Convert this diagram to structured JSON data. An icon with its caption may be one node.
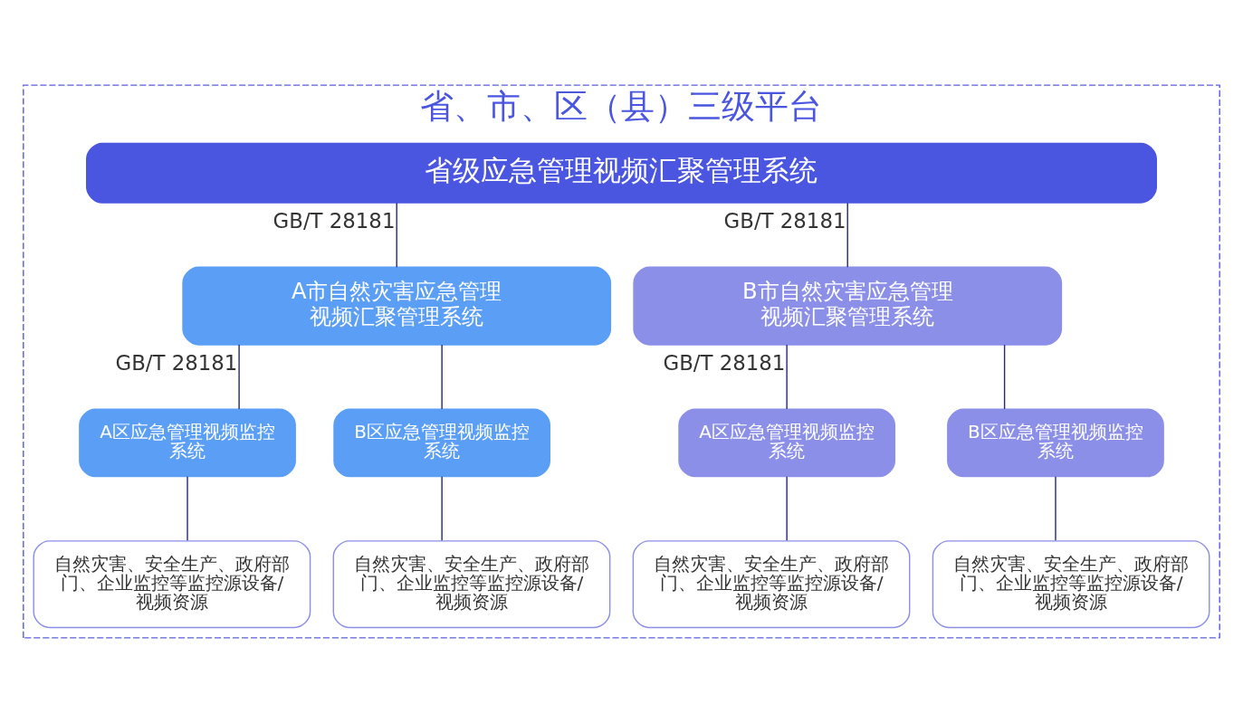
{
  "diagram": {
    "nodes": [
      {
        "text": [
          "省、市、区（县）三级平台"
        ]
      },
      {
        "text": [
          "省级应急管理视频汇聚管理系统"
        ],
        "in": 0
      },
      {
        "text": [
          "A市自然灾害应急管理视频汇聚管理系统"
        ],
        "in": 0
      },
      {
        "text": [
          "B市自然灾害应急管理视频汇聚管理系统"
        ],
        "in": 0
      },
      {
        "text": [
          "A区应急管理视频监控系统"
        ],
        "in": 0
      },
      {
        "text": [
          "B区应急管理视频监控系统"
        ],
        "in": 0
      },
      {
        "text": [
          "A区应急管理视频监控系统"
        ],
        "in": 0
      },
      {
        "text": [
          "B区应急管理视频监控系统"
        ],
        "in": 0
      },
      {
        "text": [
          "自然灾害、安全生产、政府部门、企业监控等监控源设备/视频资源"
        ],
        "in": 0
      },
      {
        "text": [
          "自然灾害、安全生产、政府部门、企业监控等监控源设备/视频资源"
        ],
        "in": 0
      },
      {
        "text": [
          "自然灾害、安全生产、政府部门、企业监控等监控源设备/视频资源"
        ],
        "in": 0
      },
      {
        "text": [
          "自然灾害、安全生产、政府部门、企业监控等监控源设备/视频资源"
        ],
        "in": 0
      }
    ],
    "edges": [
      {
        "from": 1,
        "to": 2,
        "arrow": "none",
        "label": "GB/T 28181"
      },
      {
        "from": 1,
        "to": 3,
        "arrow": "none",
        "label": "GB/T 28181"
      },
      {
        "from": 2,
        "to": 4,
        "arrow": "none",
        "label": "GB/T 28181"
      },
      {
        "from": 2,
        "to": 5,
        "arrow": "none"
      },
      {
        "from": 3,
        "to": 6,
        "arrow": "none",
        "label": "GB/T 28181"
      },
      {
        "from": 3,
        "to": 7,
        "arrow": "none"
      },
      {
        "from": 4,
        "to": 8,
        "arrow": "none"
      },
      {
        "from": 5,
        "to": 9,
        "arrow": "none"
      },
      {
        "from": 6,
        "to": 10,
        "arrow": "none"
      },
      {
        "from": 7,
        "to": 11,
        "arrow": "none"
      }
    ]
  }
}
